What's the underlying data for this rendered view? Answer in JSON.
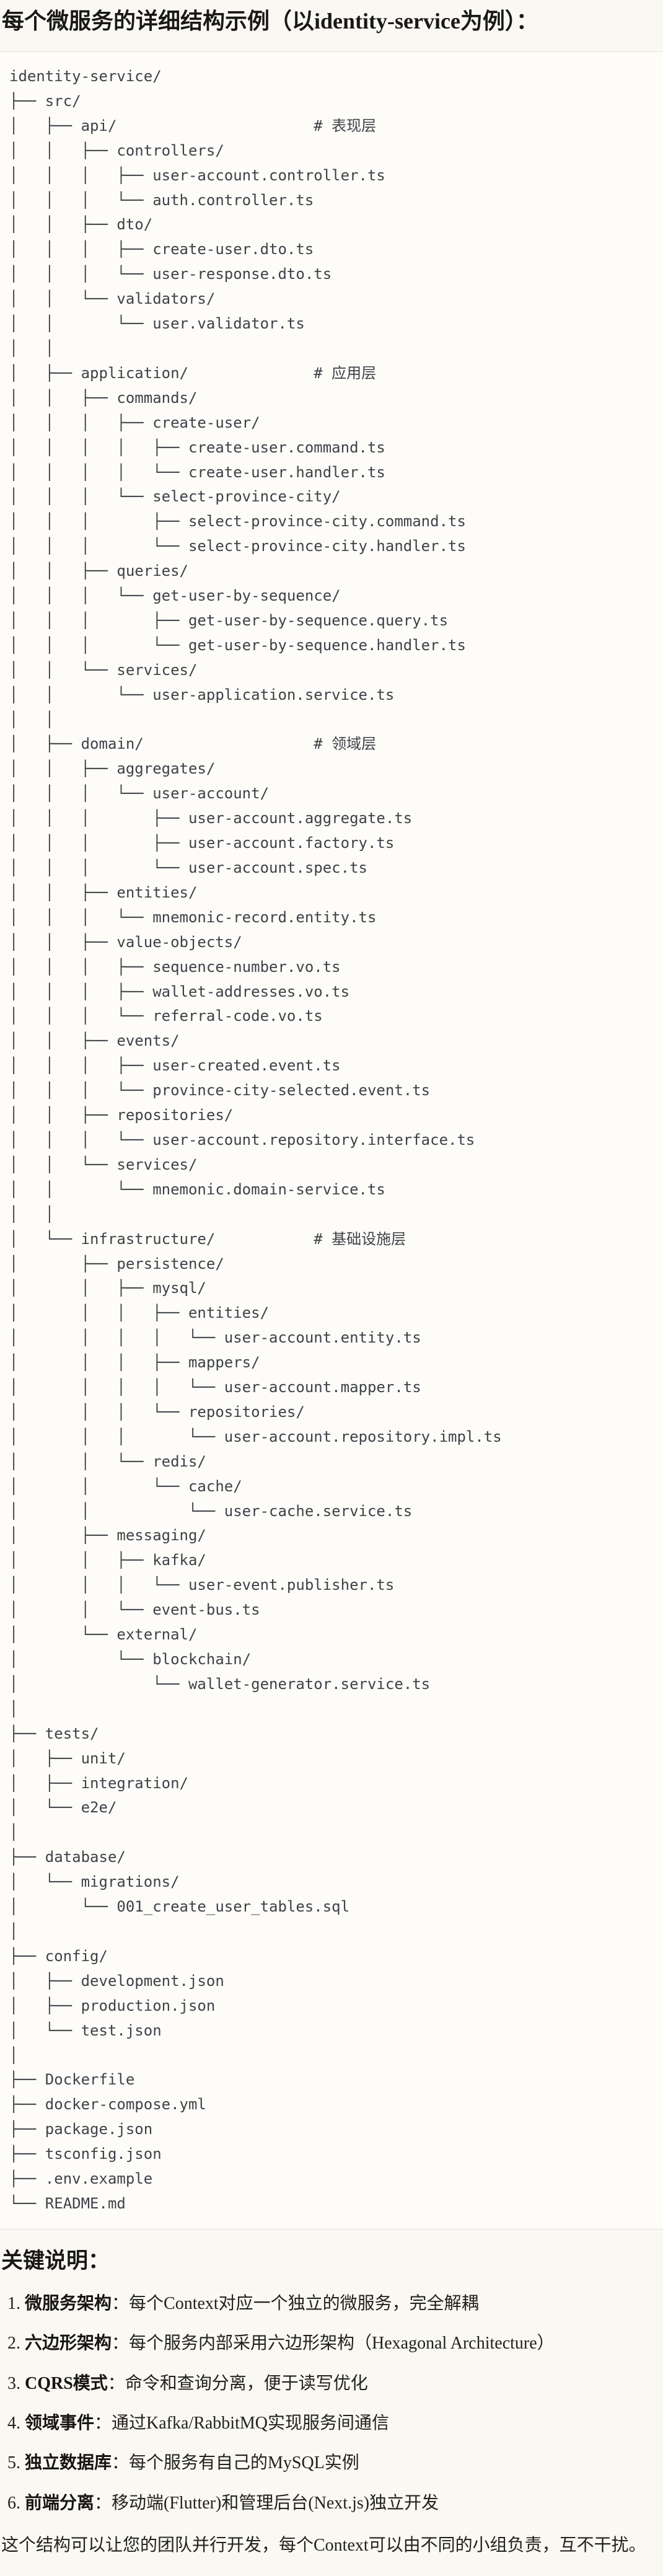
{
  "title": "每个微服务的详细结构示例（以identity-service为例）：",
  "code_block": {
    "language": "plaintext",
    "lines": [
      "identity-service/",
      "├── src/",
      "│   ├── api/                      # 表现层",
      "│   │   ├── controllers/",
      "│   │   │   ├── user-account.controller.ts",
      "│   │   │   └── auth.controller.ts",
      "│   │   ├── dto/",
      "│   │   │   ├── create-user.dto.ts",
      "│   │   │   └── user-response.dto.ts",
      "│   │   └── validators/",
      "│   │       └── user.validator.ts",
      "│   │",
      "│   ├── application/              # 应用层",
      "│   │   ├── commands/",
      "│   │   │   ├── create-user/",
      "│   │   │   │   ├── create-user.command.ts",
      "│   │   │   │   └── create-user.handler.ts",
      "│   │   │   └── select-province-city/",
      "│   │   │       ├── select-province-city.command.ts",
      "│   │   │       └── select-province-city.handler.ts",
      "│   │   ├── queries/",
      "│   │   │   └── get-user-by-sequence/",
      "│   │   │       ├── get-user-by-sequence.query.ts",
      "│   │   │       └── get-user-by-sequence.handler.ts",
      "│   │   └── services/",
      "│   │       └── user-application.service.ts",
      "│   │",
      "│   ├── domain/                   # 领域层",
      "│   │   ├── aggregates/",
      "│   │   │   └── user-account/",
      "│   │   │       ├── user-account.aggregate.ts",
      "│   │   │       ├── user-account.factory.ts",
      "│   │   │       └── user-account.spec.ts",
      "│   │   ├── entities/",
      "│   │   │   └── mnemonic-record.entity.ts",
      "│   │   ├── value-objects/",
      "│   │   │   ├── sequence-number.vo.ts",
      "│   │   │   ├── wallet-addresses.vo.ts",
      "│   │   │   └── referral-code.vo.ts",
      "│   │   ├── events/",
      "│   │   │   ├── user-created.event.ts",
      "│   │   │   └── province-city-selected.event.ts",
      "│   │   ├── repositories/",
      "│   │   │   └── user-account.repository.interface.ts",
      "│   │   └── services/",
      "│   │       └── mnemonic.domain-service.ts",
      "│   │",
      "│   └── infrastructure/           # 基础设施层",
      "│       ├── persistence/",
      "│       │   ├── mysql/",
      "│       │   │   ├── entities/",
      "│       │   │   │   └── user-account.entity.ts",
      "│       │   │   ├── mappers/",
      "│       │   │   │   └── user-account.mapper.ts",
      "│       │   │   └── repositories/",
      "│       │   │       └── user-account.repository.impl.ts",
      "│       │   └── redis/",
      "│       │       └── cache/",
      "│       │           └── user-cache.service.ts",
      "│       ├── messaging/",
      "│       │   ├── kafka/",
      "│       │   │   └── user-event.publisher.ts",
      "│       │   └── event-bus.ts",
      "│       └── external/",
      "│           └── blockchain/",
      "│               └── wallet-generator.service.ts",
      "│",
      "├── tests/",
      "│   ├── unit/",
      "│   ├── integration/",
      "│   └── e2e/",
      "│",
      "├── database/",
      "│   └── migrations/",
      "│       └── 001_create_user_tables.sql",
      "│",
      "├── config/",
      "│   ├── development.json",
      "│   ├── production.json",
      "│   └── test.json",
      "│",
      "├── Dockerfile",
      "├── docker-compose.yml",
      "├── package.json",
      "├── tsconfig.json",
      "├── .env.example",
      "└── README.md"
    ]
  },
  "notes": {
    "heading": "关键说明：",
    "items": [
      {
        "label": "微服务架构",
        "text": "：每个Context对应一个独立的微服务，完全解耦"
      },
      {
        "label": "六边形架构",
        "text": "：每个服务内部采用六边形架构（Hexagonal Architecture）"
      },
      {
        "label": "CQRS模式",
        "text": "：命令和查询分离，便于读写优化"
      },
      {
        "label": "领域事件",
        "text": "：通过Kafka/RabbitMQ实现服务间通信"
      },
      {
        "label": "独立数据库",
        "text": "：每个服务有自己的MySQL实例"
      },
      {
        "label": "前端分离",
        "text": "：移动端(Flutter)和管理后台(Next.js)独立开发"
      }
    ]
  },
  "closing": "这个结构可以让您的团队并行开发，每个Context可以由不同的小组负责，互不干扰。",
  "colors": {
    "page_background": "#faf8f2",
    "code_block_background": "#fdfcf9",
    "code_block_border": "#e6e3db",
    "tree_text": "#3e4247",
    "heading_text": "#191817",
    "body_text": "#22211d"
  }
}
